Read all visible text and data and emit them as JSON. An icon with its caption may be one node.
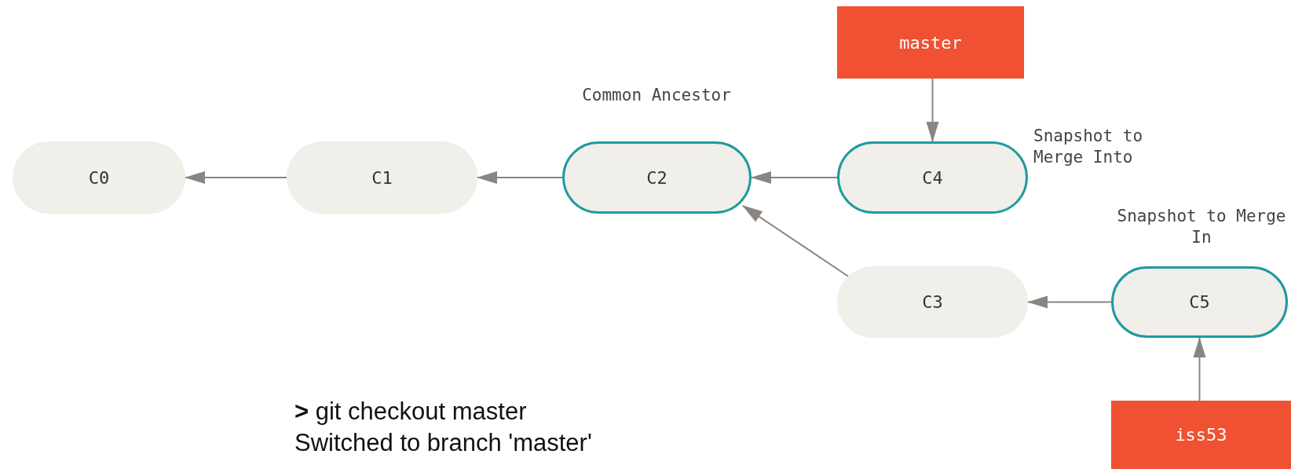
{
  "diagram": {
    "nodes": [
      {
        "text": [
          "master"
        ]
      },
      {
        "text": [
          "C0"
        ]
      },
      {
        "text": [
          "C1"
        ]
      },
      {
        "text": [
          "C2"
        ],
        "beside": [
          "Common Ancestor"
        ]
      },
      {
        "text": [
          "C4"
        ],
        "beside": [
          "Snapshot to Merge Into"
        ]
      },
      {
        "text": [
          "C3"
        ]
      },
      {
        "text": [
          "C5"
        ],
        "beside": [
          "Snapshot to Merge In"
        ]
      },
      {
        "text": [
          "iss53"
        ]
      }
    ],
    "edges": [
      {
        "from": 0,
        "to": 4,
        "arrow": "to"
      },
      {
        "from": 2,
        "to": 1,
        "arrow": "to"
      },
      {
        "from": 3,
        "to": 2,
        "arrow": "to"
      },
      {
        "from": 4,
        "to": 3,
        "arrow": "to"
      },
      {
        "from": 5,
        "to": 3,
        "arrow": "to"
      },
      {
        "from": 6,
        "to": 5,
        "arrow": "to"
      },
      {
        "from": 7,
        "to": 6,
        "arrow": "to"
      }
    ],
    "labels": [
      "**>** git checkout master",
      "Switched to branch 'master'"
    ]
  }
}
